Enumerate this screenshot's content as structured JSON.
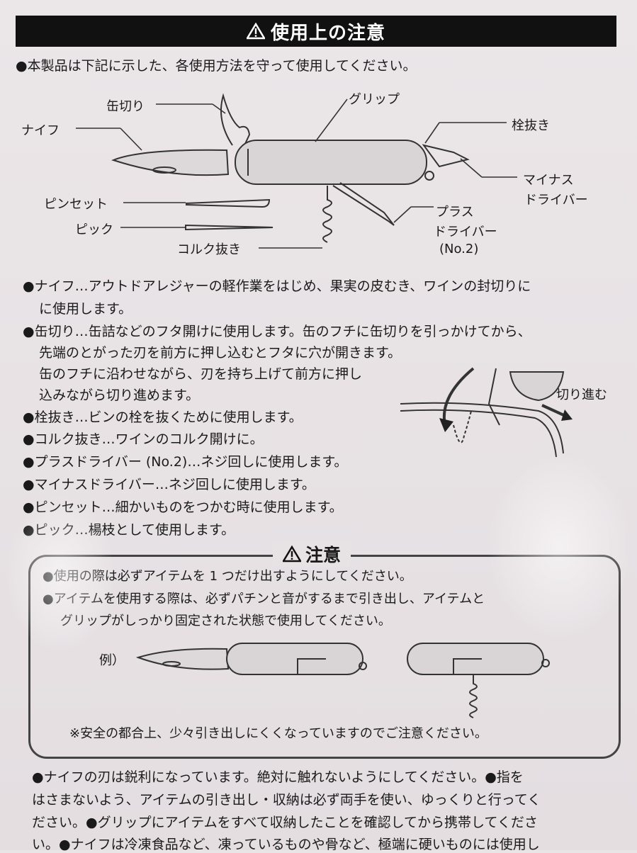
{
  "header": {
    "title": "使用上の注意"
  },
  "intro": "●本製品は下記に示した、各使用方法を守って使用してください。",
  "diagram_labels": {
    "can_opener": "缶切り",
    "knife": "ナイフ",
    "grip": "グリップ",
    "bottle_opener": "栓抜き",
    "flat_driver_1": "マイナス",
    "flat_driver_2": "ドライバー",
    "tweezers": "ピンセット",
    "pick": "ピック",
    "corkscrew": "コルク抜き",
    "phillips_1": "プラス",
    "phillips_2": "ドライバー",
    "phillips_3": "(No.2)",
    "cut_forward": "切り進む"
  },
  "items": {
    "knife_1": "●ナイフ…アウトドアレジャーの軽作業をはじめ、果実の皮むき、ワインの封切りに",
    "knife_2": "に使用します。",
    "can_1": "●缶切り…缶詰などのフタ開けに使用します。缶のフチに缶切りを引っかけてから、",
    "can_2": "先端のとがった刃を前方に押し込むとフタに穴が開きます。",
    "can_3": "缶のフチに沿わせながら、刃を持ち上げて前方に押し",
    "can_4": "込みながら切り進めます。",
    "bottle": "●栓抜き…ビンの栓を抜くために使用します。",
    "cork": "●コルク抜き…ワインのコルク開けに。",
    "phillips": "●プラスドライバー (No.2)…ネジ回しに使用します。",
    "flat": "●マイナスドライバー…ネジ回しに使用します。",
    "tweezers": "●ピンセット…細かいものをつかむ時に使用します。",
    "pick": "●ピック…楊枝として使用します。"
  },
  "caution": {
    "title": "注意",
    "line1": "●使用の際は必ずアイテムを 1 つだけ出すようにしてください。",
    "line2": "●アイテムを使用する際は、必ずパチンと音がするまで引き出し、アイテムと",
    "line3": "グリップがしっかり固定された状態で使用してください。",
    "example": "例）",
    "note": "※安全の都合上、少々引き出しにくくなっていますのでご注意ください。"
  },
  "footer": {
    "line1": "●ナイフの刃は鋭利になっています。絶対に触れないようにしてください。●指を",
    "line2": "はさまないよう、アイテムの引き出し・収納は必ず両手を使い、ゆっくりと行ってく",
    "line3": "ださい。●グリップにアイテムをすべて収納したことを確認してから携帯してくださ",
    "line4": "い。●ナイフは冷凍食品など、凍っているものや骨など、極端に硬いものには使用し"
  },
  "colors": {
    "paper": "#e9e4e6",
    "ink": "#1a1a1a",
    "header_bg": "#111111"
  }
}
